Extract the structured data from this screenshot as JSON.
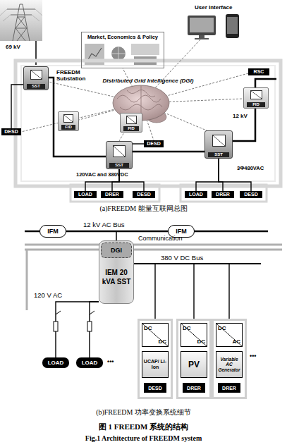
{
  "diagram": {
    "caption": "图 1 FREEDM 系统的结构",
    "nodes": [
      {
        "text": [
          "Market, Economics & Policy"
        ]
      },
      {
        "text": [
          "RSC"
        ]
      },
      {
        "text": [
          "SST"
        ]
      },
      {
        "text": [
          "FID"
        ]
      },
      {
        "text": [
          "FID"
        ]
      },
      {
        "text": [
          "FID"
        ]
      },
      {
        "text": [
          "DESD"
        ]
      },
      {
        "text": [
          "SST"
        ]
      },
      {
        "text": [
          "DESD"
        ]
      },
      {
        "text": [
          "SST"
        ]
      },
      {
        "text": [
          "LOAD"
        ]
      },
      {
        "text": [
          "DRER"
        ]
      },
      {
        "text": [
          "DESD"
        ]
      },
      {
        "text": [
          "LOAD"
        ]
      },
      {
        "text": [
          "DRER"
        ]
      },
      {
        "text": [
          "DESD"
        ]
      },
      {
        "text": [
          "IFM"
        ]
      },
      {
        "text": [
          "IFM"
        ]
      },
      {
        "text": [
          "IEM 20 kVA SST"
        ]
      },
      {
        "text": [
          "DGI"
        ],
        "in": 18
      },
      {
        "text": [
          "LOAD"
        ]
      },
      {
        "text": [
          "LOAD"
        ]
      },
      {
        "text": [
          "DESD"
        ]
      },
      {
        "text": [
          "DC",
          "DC"
        ],
        "in": 22
      },
      {
        "text": [
          "UCAP/ Li-Ion"
        ],
        "in": 22
      },
      {
        "text": [
          "DRER"
        ]
      },
      {
        "text": [
          "DC",
          "DC"
        ],
        "in": 25
      },
      {
        "text": [
          "PV"
        ],
        "in": 25
      },
      {
        "text": [
          "DRER"
        ]
      },
      {
        "text": [
          "DC",
          "AC"
        ],
        "in": 28
      },
      {
        "text": [
          "Variable AC Generator"
        ],
        "in": 28
      }
    ],
    "edges": [
      {
        "from": 7,
        "to": 10,
        "arrow": "none"
      },
      {
        "from": 7,
        "to": 11,
        "arrow": "none"
      },
      {
        "from": 7,
        "to": 12,
        "arrow": "none"
      },
      {
        "from": 9,
        "to": 13,
        "arrow": "none"
      },
      {
        "from": 9,
        "to": 14,
        "arrow": "none"
      },
      {
        "from": 9,
        "to": 15,
        "arrow": "none"
      },
      {
        "from": 2,
        "to": 6,
        "arrow": "none"
      },
      {
        "from": 7,
        "to": 8,
        "arrow": "none"
      },
      {
        "from": 18,
        "to": 20,
        "arrow": "none"
      },
      {
        "from": 18,
        "to": 21,
        "arrow": "none"
      },
      {
        "from": 18,
        "to": 23,
        "arrow": "none"
      },
      {
        "from": 18,
        "to": 26,
        "arrow": "none"
      },
      {
        "from": 18,
        "to": 29,
        "arrow": "none"
      },
      {
        "from": 23,
        "to": 24,
        "arrow": "none"
      },
      {
        "from": 26,
        "to": 27,
        "arrow": "none"
      },
      {
        "from": 29,
        "to": 30,
        "arrow": "none"
      }
    ],
    "labels": [
      "69 kV",
      "User Interface",
      "FREEDM Substation",
      "Distributed Grid Intelligence (DGI)",
      "12 kV",
      "120VAC and 380VDC",
      "3Φ480VAC",
      "(a)FREEDM 能量互联网总图",
      "12 kV AC Bus",
      "Communication",
      "380 V DC Bus",
      "120 V AC",
      "•••",
      "•••",
      "(b)FREEDM 功率变换系统细节",
      "Fig.1 Architecture of FREEDM system"
    ]
  }
}
